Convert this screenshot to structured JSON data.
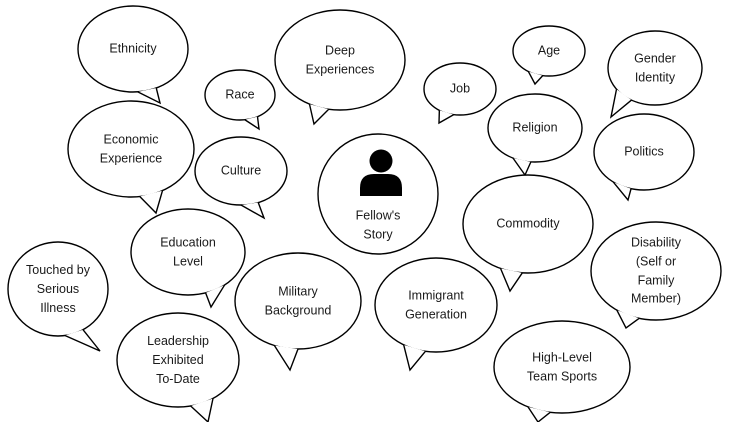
{
  "center": {
    "label": "Fellow's\nStory",
    "icon": "person-icon"
  },
  "bubbles": [
    {
      "id": "ethnicity",
      "label": "Ethnicity"
    },
    {
      "id": "deep-experiences",
      "label": "Deep\nExperiences"
    },
    {
      "id": "age",
      "label": "Age"
    },
    {
      "id": "gender-identity",
      "label": "Gender\nIdentity"
    },
    {
      "id": "race",
      "label": "Race"
    },
    {
      "id": "job",
      "label": "Job"
    },
    {
      "id": "religion",
      "label": "Religion"
    },
    {
      "id": "economic-experience",
      "label": "Economic\nExperience"
    },
    {
      "id": "culture",
      "label": "Culture"
    },
    {
      "id": "politics",
      "label": "Politics"
    },
    {
      "id": "commodity",
      "label": "Commodity"
    },
    {
      "id": "education-level",
      "label": "Education\nLevel"
    },
    {
      "id": "disability",
      "label": "Disability (Self or\nFamily Member)"
    },
    {
      "id": "touched-by-illness",
      "label": "Touched by\nSerious\nIllness"
    },
    {
      "id": "military-background",
      "label": "Military\nBackground"
    },
    {
      "id": "immigrant-generation",
      "label": "Immigrant\nGeneration"
    },
    {
      "id": "leadership",
      "label": "Leadership\nExhibited\nTo-Date"
    },
    {
      "id": "team-sports",
      "label": "High-Level\nTeam Sports"
    }
  ]
}
